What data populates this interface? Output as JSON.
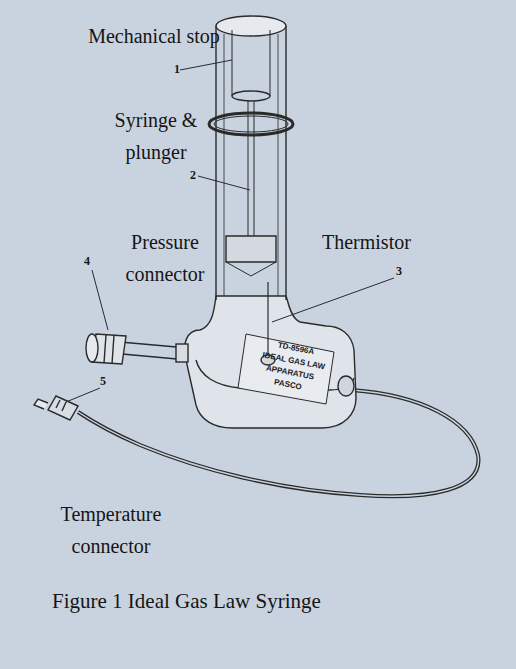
{
  "diagram": {
    "caption": "Figure 1 Ideal Gas Law Syringe",
    "labels": [
      "Mechanical stop",
      "1",
      "Syringe & plunger",
      "2",
      "Pressure connector",
      "4",
      "Thermistor",
      "3",
      "TD-8596A",
      "IDEAL GAS LAW",
      "APPARATUS",
      "PASCO",
      "5",
      "Temperature connector"
    ]
  }
}
